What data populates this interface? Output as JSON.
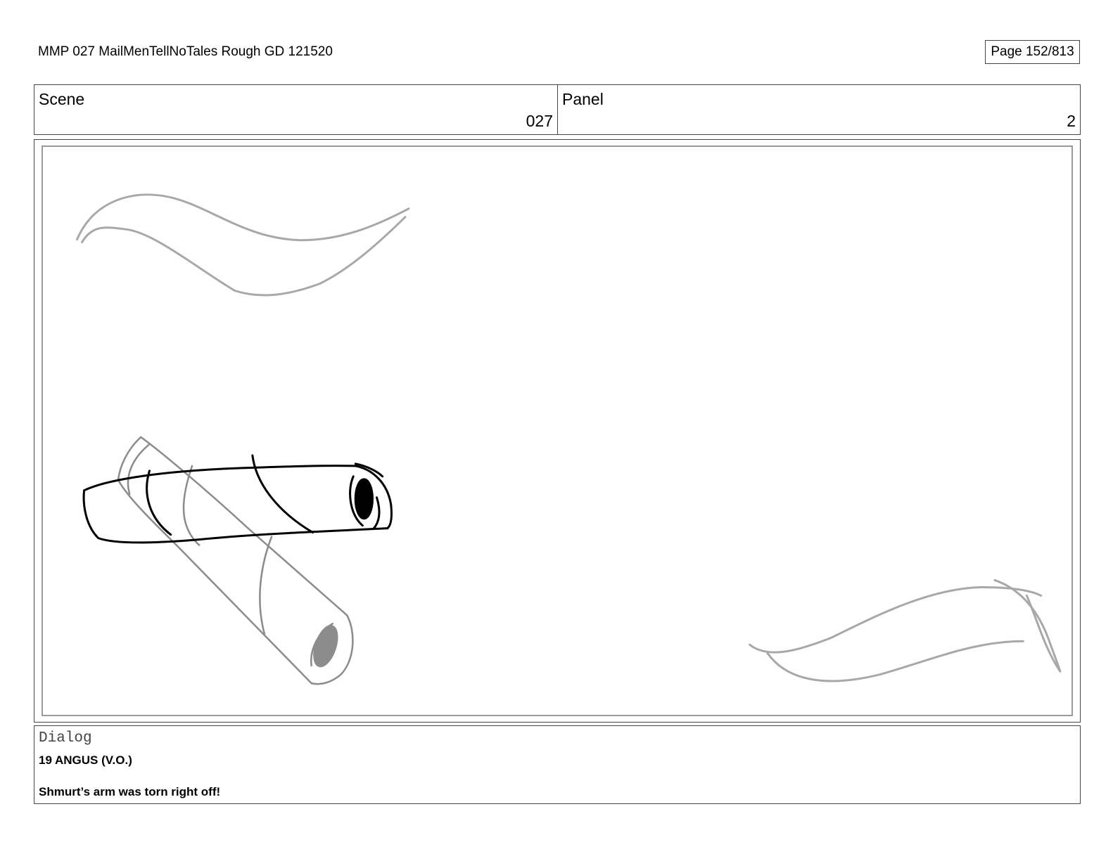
{
  "header": {
    "title": "MMP 027 MailMenTellNoTales Rough GD 121520",
    "page": "Page 152/813"
  },
  "info": {
    "scene_label": "Scene",
    "scene_value": "027",
    "panel_label": "Panel",
    "panel_value": "2"
  },
  "dialog": {
    "label": "Dialog",
    "speaker": "19 ANGUS (V.O.)",
    "line": "Shmurt’s arm was torn right off!"
  },
  "colors": {
    "sketch_dark": "#000000",
    "sketch_light": "#a8a8a8",
    "frame": "#9a9a9a"
  }
}
